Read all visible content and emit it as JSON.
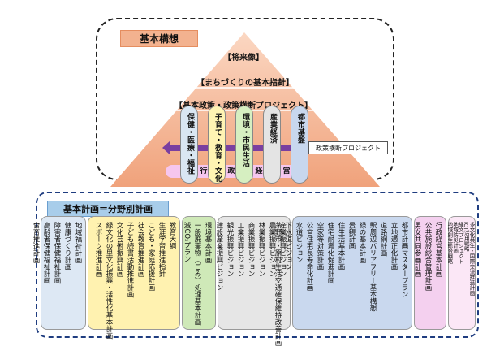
{
  "top": {
    "title": "基本構想",
    "tiers": [
      "【将来像】",
      "【まちづくりの基本指針】",
      "【基本政策・政策横断プロジェクト】"
    ],
    "pillars": [
      {
        "label": "保健・医療・福祉",
        "color": "#d9e6f2"
      },
      {
        "label": "子育て・教育・文化",
        "color": "#fff4b3"
      },
      {
        "label": "環境・市民生活",
        "color": "#d6efc1"
      },
      {
        "label": "産業経済",
        "color": "#e4e4e4"
      },
      {
        "label": "都市基盤",
        "color": "#c8d7ee"
      }
    ],
    "band_chars": [
      "行",
      "政",
      "経",
      "営"
    ],
    "cross_project_label": "政策横断プロジェクト"
  },
  "bottom": {
    "title": "基本計画＝分野別計画",
    "columns": [
      {
        "color": "#dde8f4",
        "plans": [
          "地域福祉計画",
          "健康づくり計画",
          "障害者保健福祉計画",
          "高齢者保健福祉計画",
          "食育推進計画"
        ]
      },
      {
        "color": "#fff2b0",
        "plans": [
          "教育大綱",
          "生涯学習推進指針",
          "こども・家庭応援計画",
          "社会教育推進計画",
          "子ども読書活動推進計画",
          "文化芸術振興計画",
          "緑文化の里文化振興・活性化基本計画",
          "スポーツ推進計画"
        ]
      },
      {
        "color": "#cfe9b8",
        "plans": [
          "環境基本計画",
          "一般廃棄物（ごみ）処理基本計画",
          "減CO₂プラン"
        ]
      },
      {
        "color": "#e6e6e6",
        "plans": [
          "産業振興ビジョン",
          "農業振興ビジョン",
          "林業振興ビジョン",
          "商業振興ビジョン",
          "工業振興ビジョン",
          "観光振興ビジョン",
          "建設産業振興ビジョン"
        ]
      },
      {
        "color": "#c9d8ee",
        "plans": [
          "都市計画マスタープラン",
          "立地適正化計画",
          "道路網計画",
          "駅周辺バリアフリー基本構想",
          "緑の基本計画",
          "景観計画",
          "住生活基本計画",
          "住宅耐震化促進計画",
          "空家等対策計画",
          "公営住宅長寿命化計画",
          "水道ビジョン",
          "下水道ビジョン",
          "茅野市・原村生活交通確保維持改善計画"
        ]
      },
      {
        "color": "#f4d0ef",
        "plans": [
          "行政経営基本計画",
          "公共施設総合管理計画",
          "男女共同参画計画"
        ]
      },
      {
        "color": "#fbe7f6",
        "plans": [
          "多文化共生・国際交流推進計画",
          "ICT活用戦略",
          "縄文プロジェクト",
          "地域防災計画",
          "地域創生総合戦略"
        ]
      }
    ]
  }
}
